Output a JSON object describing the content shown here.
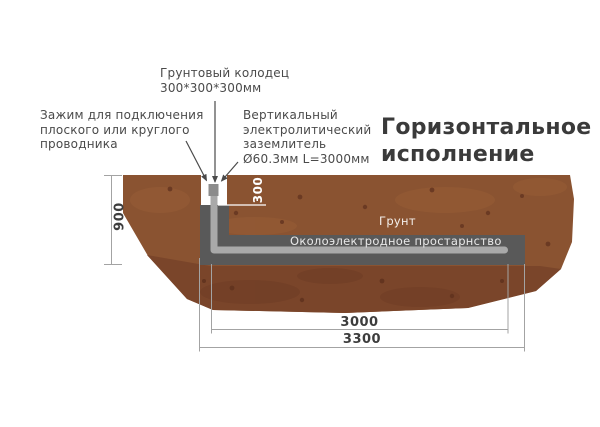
{
  "title": {
    "lines": [
      "Горизонтальное",
      "исполнение"
    ]
  },
  "labels": {
    "ground_well": {
      "lines": [
        "Грунтовый колодец",
        "300*300*300мм"
      ]
    },
    "clamp": {
      "lines": [
        "Зажим для подключения",
        "плоского или круглого",
        "проводника"
      ]
    },
    "vertical_electrode": {
      "lines": [
        "Вертикальный",
        "электролитический",
        "заземлитель",
        "Ø60.3мм L=3000мм"
      ]
    },
    "soil": "Грунт",
    "around_electrode_space": "Околоэлектродное простарнство"
  },
  "dimensions": {
    "depth_total_mm": "900",
    "depth_to_electrode_mm": "300",
    "electrode_length_mm": "3000",
    "space_length_mm": "3300"
  },
  "colors": {
    "soil_upper": "#8a5331",
    "soil_lower": "#7a452a",
    "soil_patch_light": "#9a6038",
    "soil_patch_dark": "#6f3c25",
    "soil_speckle": "#6b3a23",
    "backfill_space": "#595959",
    "electrode_pipe": "#a9a9a9",
    "clamp_marker": "#8c8c8c",
    "dimension_line": "#a3a3a3",
    "leader_line": "#4a4a4a",
    "label_text": "#4a4a4a",
    "title_text": "#3a3a3a"
  }
}
